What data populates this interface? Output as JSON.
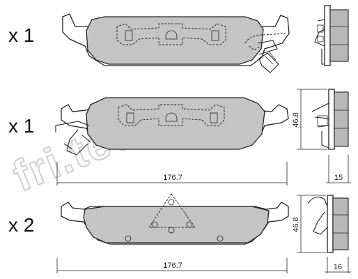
{
  "rows": [
    {
      "quantity": "x 1"
    },
    {
      "quantity": "x 1"
    },
    {
      "quantity": "x 2"
    }
  ],
  "dimensions": {
    "row2_width": "176.7",
    "row2_height": "46.8",
    "row2_thickness": "15",
    "row3_width": "176.7",
    "row3_height": "46.8",
    "row3_thickness": "16"
  },
  "watermark": "fri.tech.",
  "watermark_mark": "®"
}
